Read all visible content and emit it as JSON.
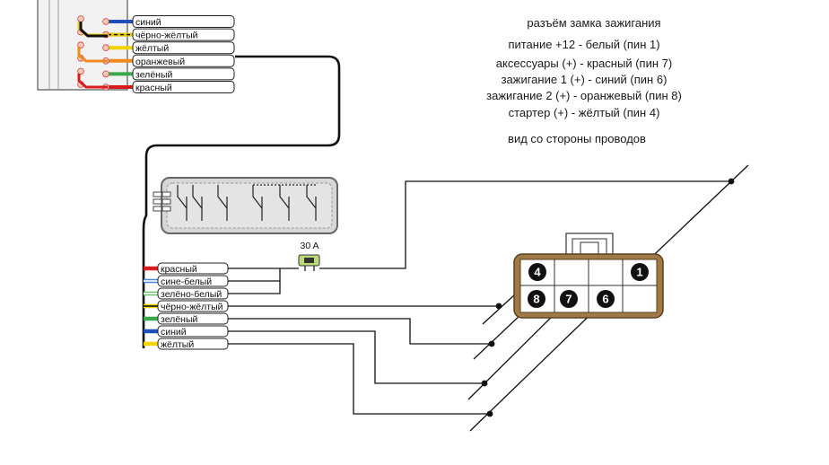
{
  "top_harness": {
    "labels": [
      "синий",
      "чёрно-жёлтый",
      "жёлтый",
      "оранжевый",
      "зелёный",
      "красный"
    ],
    "colors": [
      "#1f4fb8",
      "#e0c400",
      "#f2d400",
      "#f08a1c",
      "#3aa84a",
      "#d81c1c"
    ],
    "second_colors": [
      null,
      "#111111",
      null,
      null,
      null,
      null
    ]
  },
  "fuse": {
    "label": "30 A",
    "color": "#b9d97a"
  },
  "bottom_harness": {
    "labels": [
      "красный",
      "сине-белый",
      "зелёно-белый",
      "чёрно-жёлтый",
      "зелёный",
      "синий",
      "жёлтый"
    ],
    "colors": [
      "#d81c1c",
      "#4a86d6",
      "#6cc06c",
      "#f2d400",
      "#3aa84a",
      "#1f4fb8",
      "#f2d400"
    ],
    "second_colors": [
      null,
      "#ffffff",
      "#ffffff",
      "#111111",
      null,
      null,
      null
    ]
  },
  "connector_info": {
    "title": "разъём замка зажигания",
    "lines": [
      "питание +12 - белый (пин 1)",
      "аксессуары (+) - красный (пин 7)",
      "зажигание 1 (+) - синий (пин 6)",
      "зажигание 2 (+) - оранжевый (пин 8)",
      "стартер (+) -  жёлтый (пин 4)"
    ],
    "view_note": "вид со стороны проводов"
  },
  "connector": {
    "body_color": "#a07a45",
    "pins": [
      "4",
      "1",
      "8",
      "7",
      "6"
    ]
  }
}
